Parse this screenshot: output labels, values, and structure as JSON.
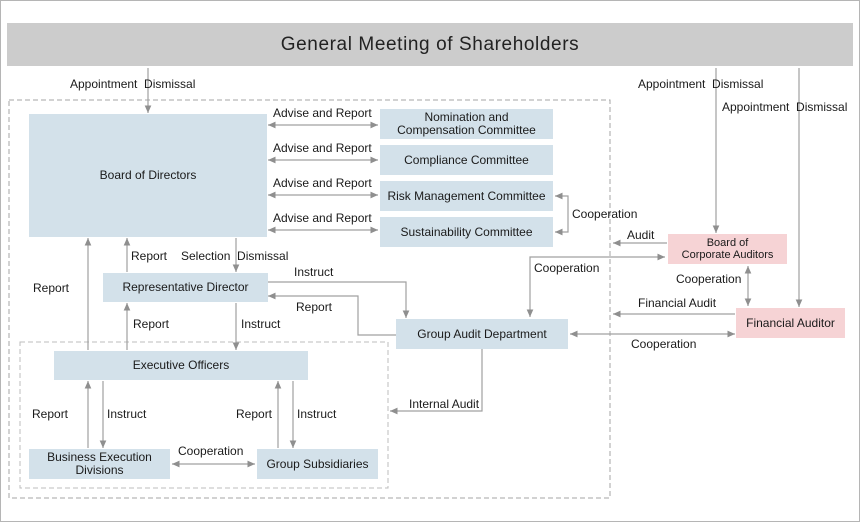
{
  "title": "General Meeting of Shareholders",
  "boxes": {
    "board_of_directors": "Board of Directors",
    "nomination_committee": "Nomination and\nCompensation Committee",
    "compliance_committee": "Compliance Committee",
    "risk_committee": "Risk Management Committee",
    "sustainability_committee": "Sustainability Committee",
    "representative_director": "Representative Director",
    "group_audit_department": "Group Audit Department",
    "executive_officers": "Executive Officers",
    "business_execution_divisions": "Business Execution\nDivisions",
    "group_subsidiaries": "Group Subsidiaries",
    "board_of_corporate_auditors": "Board of\nCorporate Auditors",
    "financial_auditor": "Financial Auditor"
  },
  "labels": {
    "gm_to_board": "Appointment  Dismissal",
    "gm_to_corporate_auditors": "Appointment  Dismissal",
    "gm_to_financial_auditor": "Appointment  Dismissal",
    "advise_1": "Advise and Report",
    "advise_2": "Advise and Report",
    "advise_3": "Advise and Report",
    "advise_4": "Advise and Report",
    "committee_cooperation": "Cooperation",
    "audit": "Audit",
    "cooperation_auditors_gad": "Cooperation",
    "cooperation_auditors_fa": "Cooperation",
    "financial_audit": "Financial Audit",
    "cooperation_gad_fa": "Cooperation",
    "selection_dismissal": "Selection  Dismissal",
    "rep_report_up": "Report",
    "exec_report_left": "Report",
    "instruct_to_gad": "Instruct",
    "report_from_gad": "Report",
    "exec_report_up": "Report",
    "rep_instruct_down": "Instruct",
    "internal_audit": "Internal Audit",
    "bed_report": "Report",
    "bed_instruct": "Instruct",
    "gs_report": "Report",
    "gs_instruct": "Instruct",
    "bed_gs_cooperation": "Cooperation"
  },
  "colors": {
    "box_blue": "#d3e1ea",
    "box_pink": "#f6d3d5",
    "header_gray": "#cccccc",
    "line_gray": "#a0a0a0"
  }
}
